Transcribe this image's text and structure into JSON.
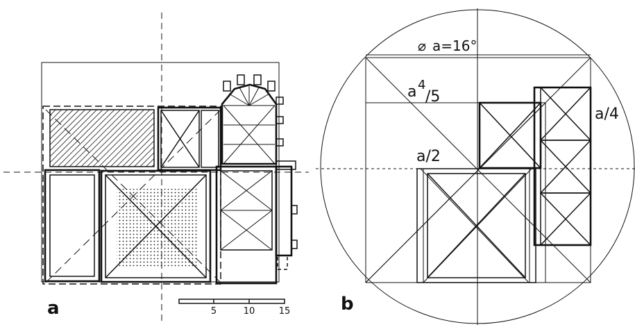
{
  "panel_a": {
    "label": "a",
    "scale_bar": {
      "ticks": [
        "5",
        "10",
        "15"
      ]
    }
  },
  "panel_b": {
    "label": "b",
    "annotations": {
      "diameter_symbol": "⌀",
      "diameter": "a=16°",
      "a45_base": "a",
      "a45_num": "4",
      "a45_den": "/5",
      "a2": "a/2",
      "a4": "a/4"
    }
  },
  "colors": {
    "ink": "#111111",
    "paper": "#ffffff"
  }
}
